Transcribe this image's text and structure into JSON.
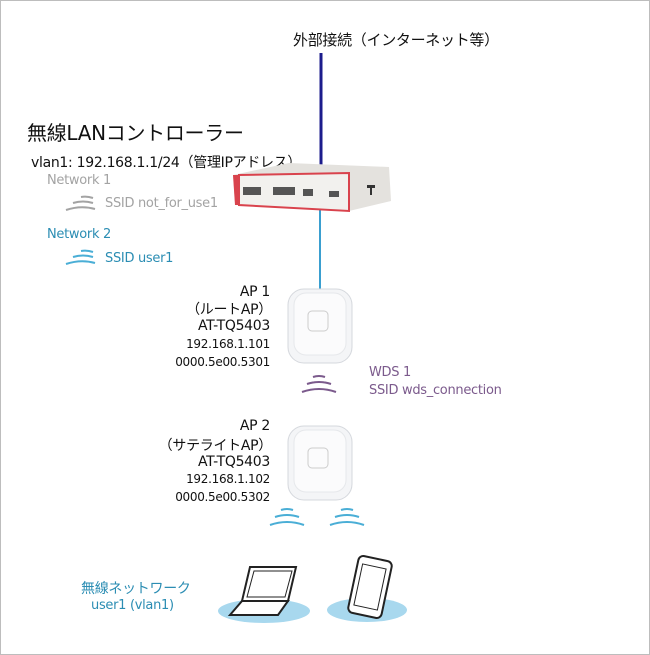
{
  "external": "外部接続（インターネット等）",
  "controller": {
    "title": "無線LANコントローラー",
    "vlan": "vlan1: 192.168.1.1/24（管理IPアドレス）",
    "networks": [
      {
        "name": "Network 1",
        "ssid": "SSID not_for_use1",
        "color": "#a3a3a3"
      },
      {
        "name": "Network 2",
        "ssid": "SSID user1",
        "color": "#2b8db3"
      }
    ]
  },
  "ap1": {
    "name": "AP 1",
    "role": "（ルートAP）",
    "model": "AT-TQ5403",
    "ip": "192.168.1.101",
    "mac": "0000.5e00.5301"
  },
  "wds": {
    "name": "WDS 1",
    "ssid": "SSID wds_connection",
    "color": "#7b5a8c"
  },
  "ap2": {
    "name": "AP 2",
    "role": "（サテライトAP）",
    "model": "AT-TQ5403",
    "ip": "192.168.1.102",
    "mac": "0000.5e00.5302"
  },
  "wireless": {
    "title": "無線ネットワーク",
    "sub": "user1 (vlan1)"
  }
}
